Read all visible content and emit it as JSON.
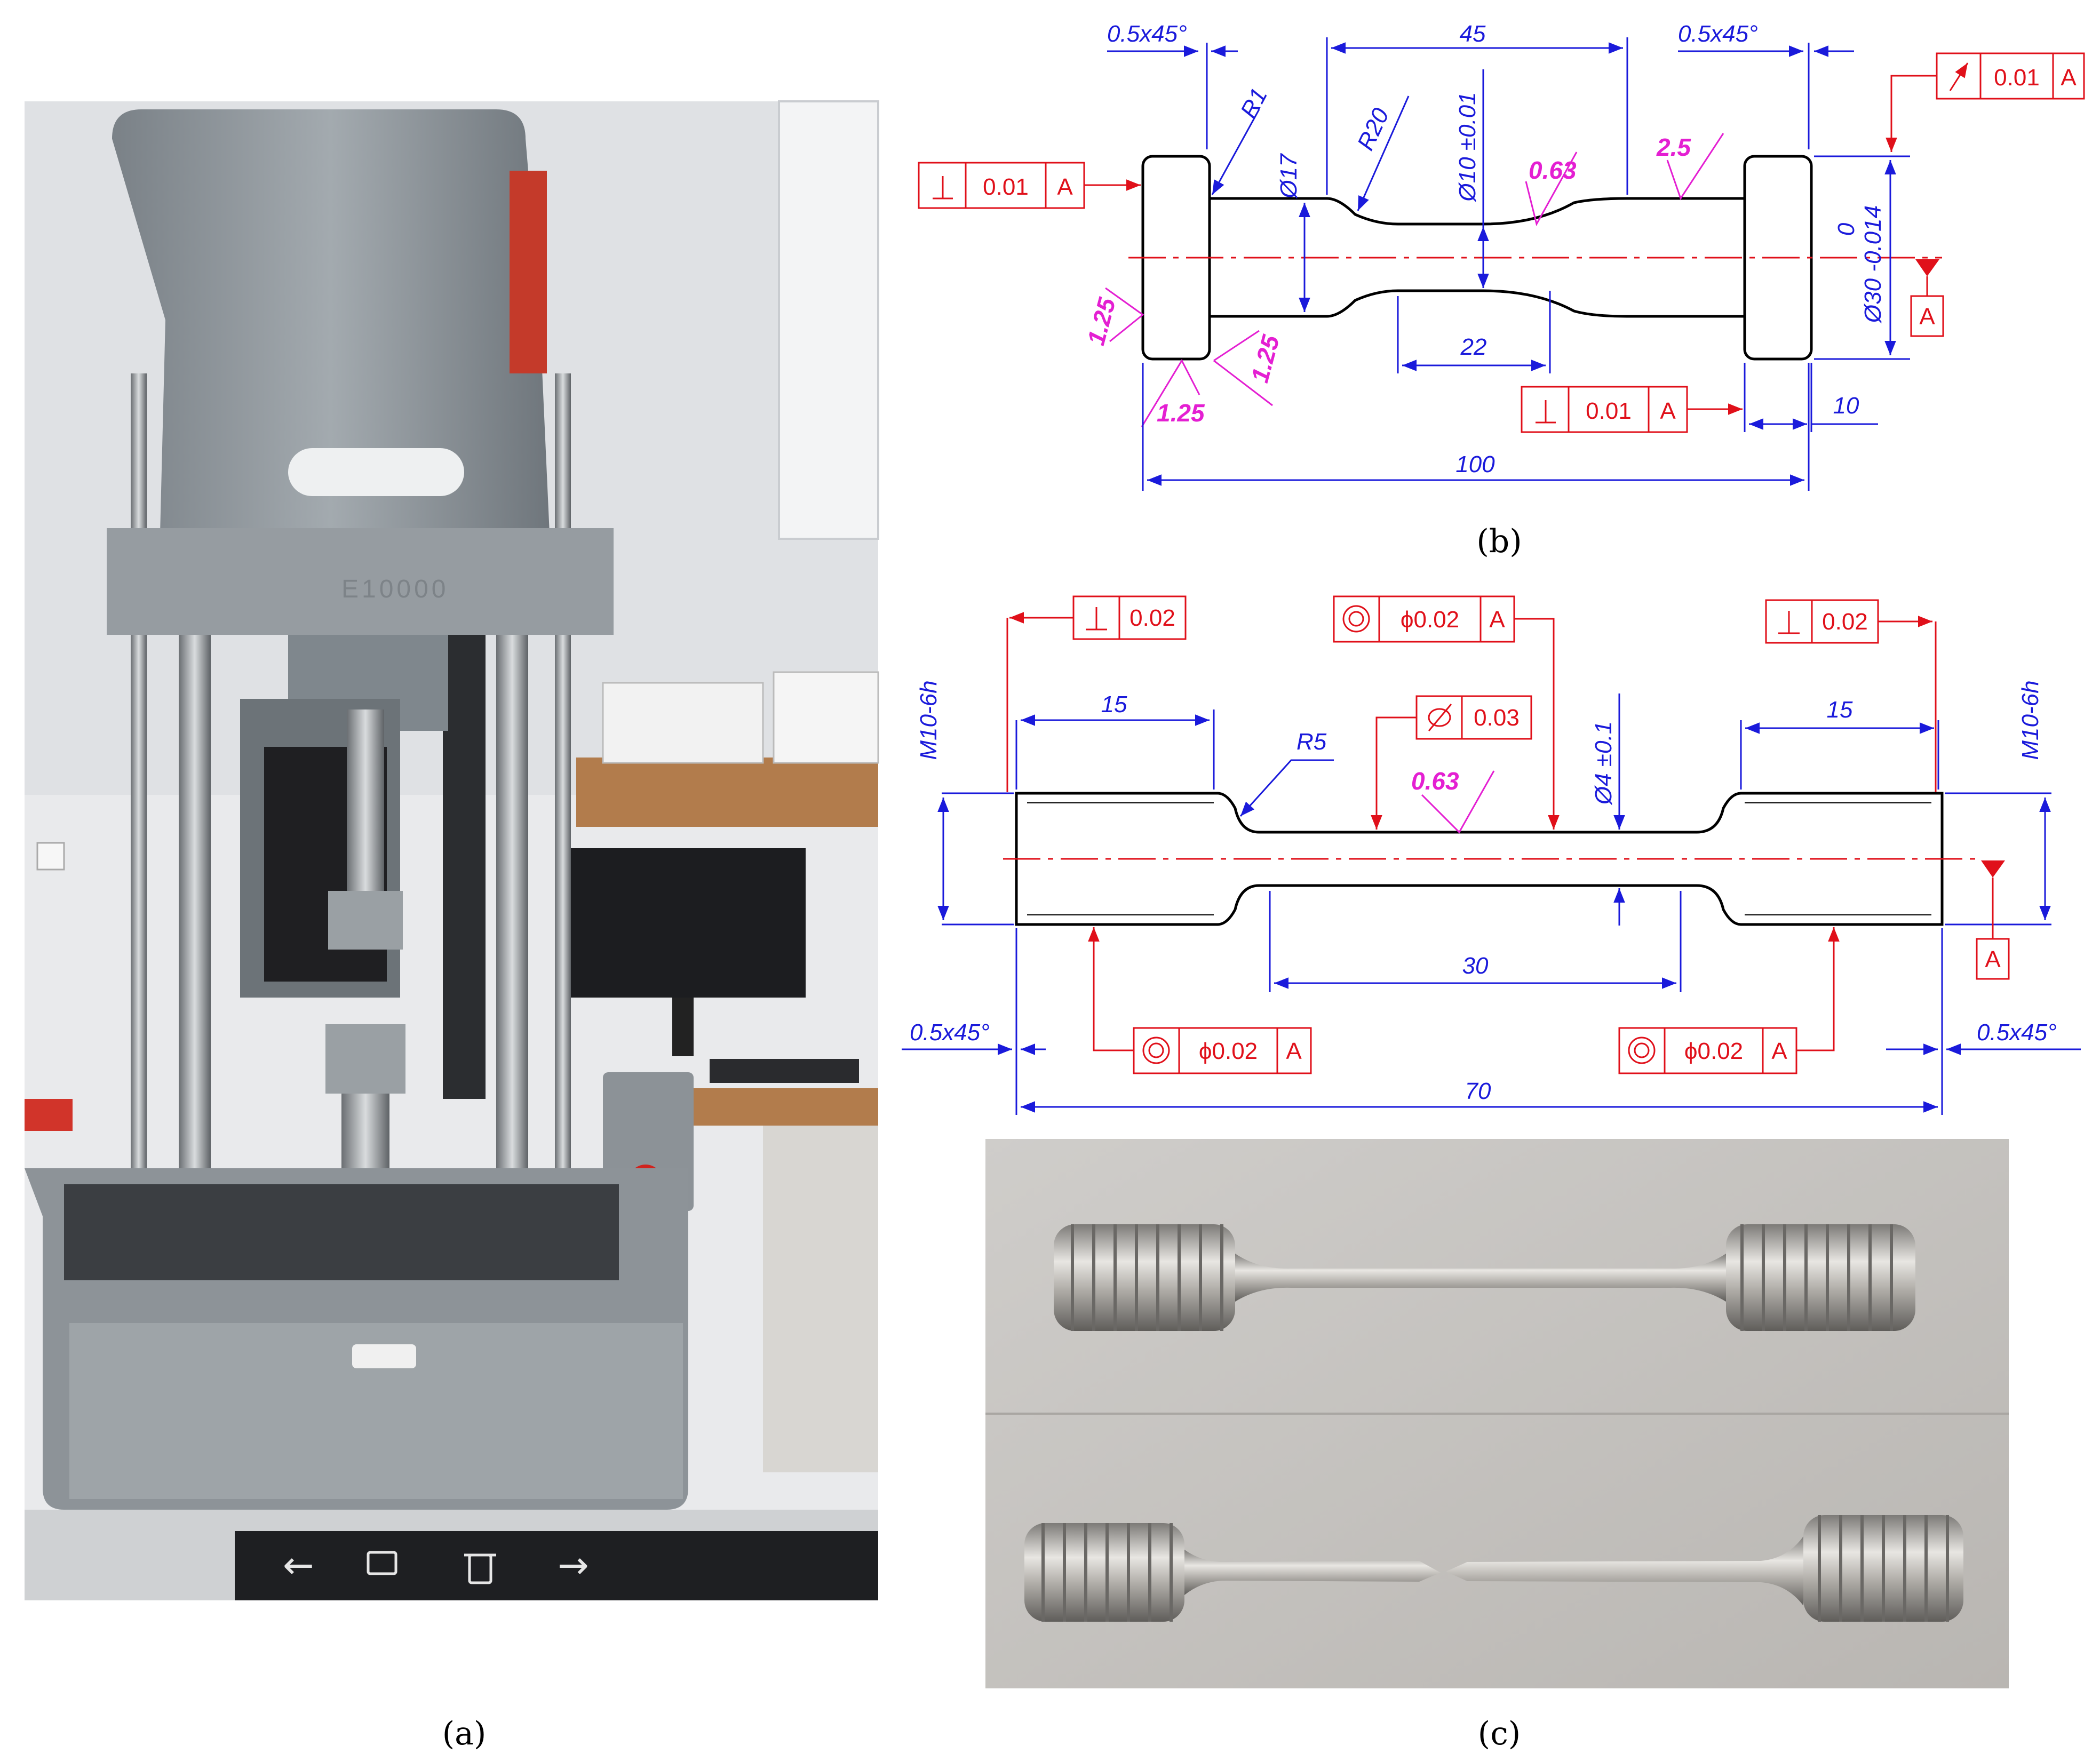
{
  "captions": {
    "a": "(a)",
    "b": "(b)",
    "c": "(c)"
  },
  "photo_a": {
    "machine_label": "E10000",
    "nav_icons": [
      "arrow-left-icon",
      "comment-icon",
      "trash-icon",
      "arrow-right-icon"
    ]
  },
  "drawing_b": {
    "chamfer_left": "0.5x45°",
    "chamfer_right": "0.5x45°",
    "gauge_length": "45",
    "radius_1": "R1",
    "radius_20": "R20",
    "dia_17": "Ø17",
    "dia_10": "Ø10 ±0.01",
    "dia_30_a": "0",
    "dia_30_b": "Ø30 -0.014",
    "roughness_063": "0.63",
    "roughness_25": "2.5",
    "roughness_125_a": "1.25",
    "roughness_125_b": "1.25",
    "roughness_125_c": "1.25",
    "len_22": "22",
    "len_10": "10",
    "len_100": "100",
    "fcf_left": {
      "value": "0.01",
      "datum": "A"
    },
    "fcf_bottom": {
      "value": "0.01",
      "datum": "A"
    },
    "fcf_runout": {
      "value": "0.01",
      "datum": "A"
    },
    "datum_label": "A"
  },
  "drawing_c": {
    "thread_left": "M10-6h",
    "thread_right": "M10-6h",
    "len_15_left": "15",
    "len_15_right": "15",
    "radius_5": "R5",
    "dia_4": "Ø4 ±0.1",
    "roughness_063": "0.63",
    "len_30": "30",
    "len_70": "70",
    "chamfer_left": "0.5x45°",
    "chamfer_right": "0.5x45°",
    "fcf_perp_left": {
      "value": "0.02"
    },
    "fcf_perp_right": {
      "value": "0.02"
    },
    "fcf_conc_top": {
      "value": "ϕ0.02",
      "datum": "A"
    },
    "fcf_cyl": {
      "value": "0.03"
    },
    "fcf_conc_bl": {
      "value": "ϕ0.02",
      "datum": "A"
    },
    "fcf_conc_br": {
      "value": "ϕ0.02",
      "datum": "A"
    },
    "datum_label": "A"
  },
  "colors": {
    "dimension": "#1a1adb",
    "tolerance": "#e0101a",
    "roughness": "#e41fd2",
    "machine_grey": "#8e969c",
    "metal": "#a9a7a3"
  }
}
